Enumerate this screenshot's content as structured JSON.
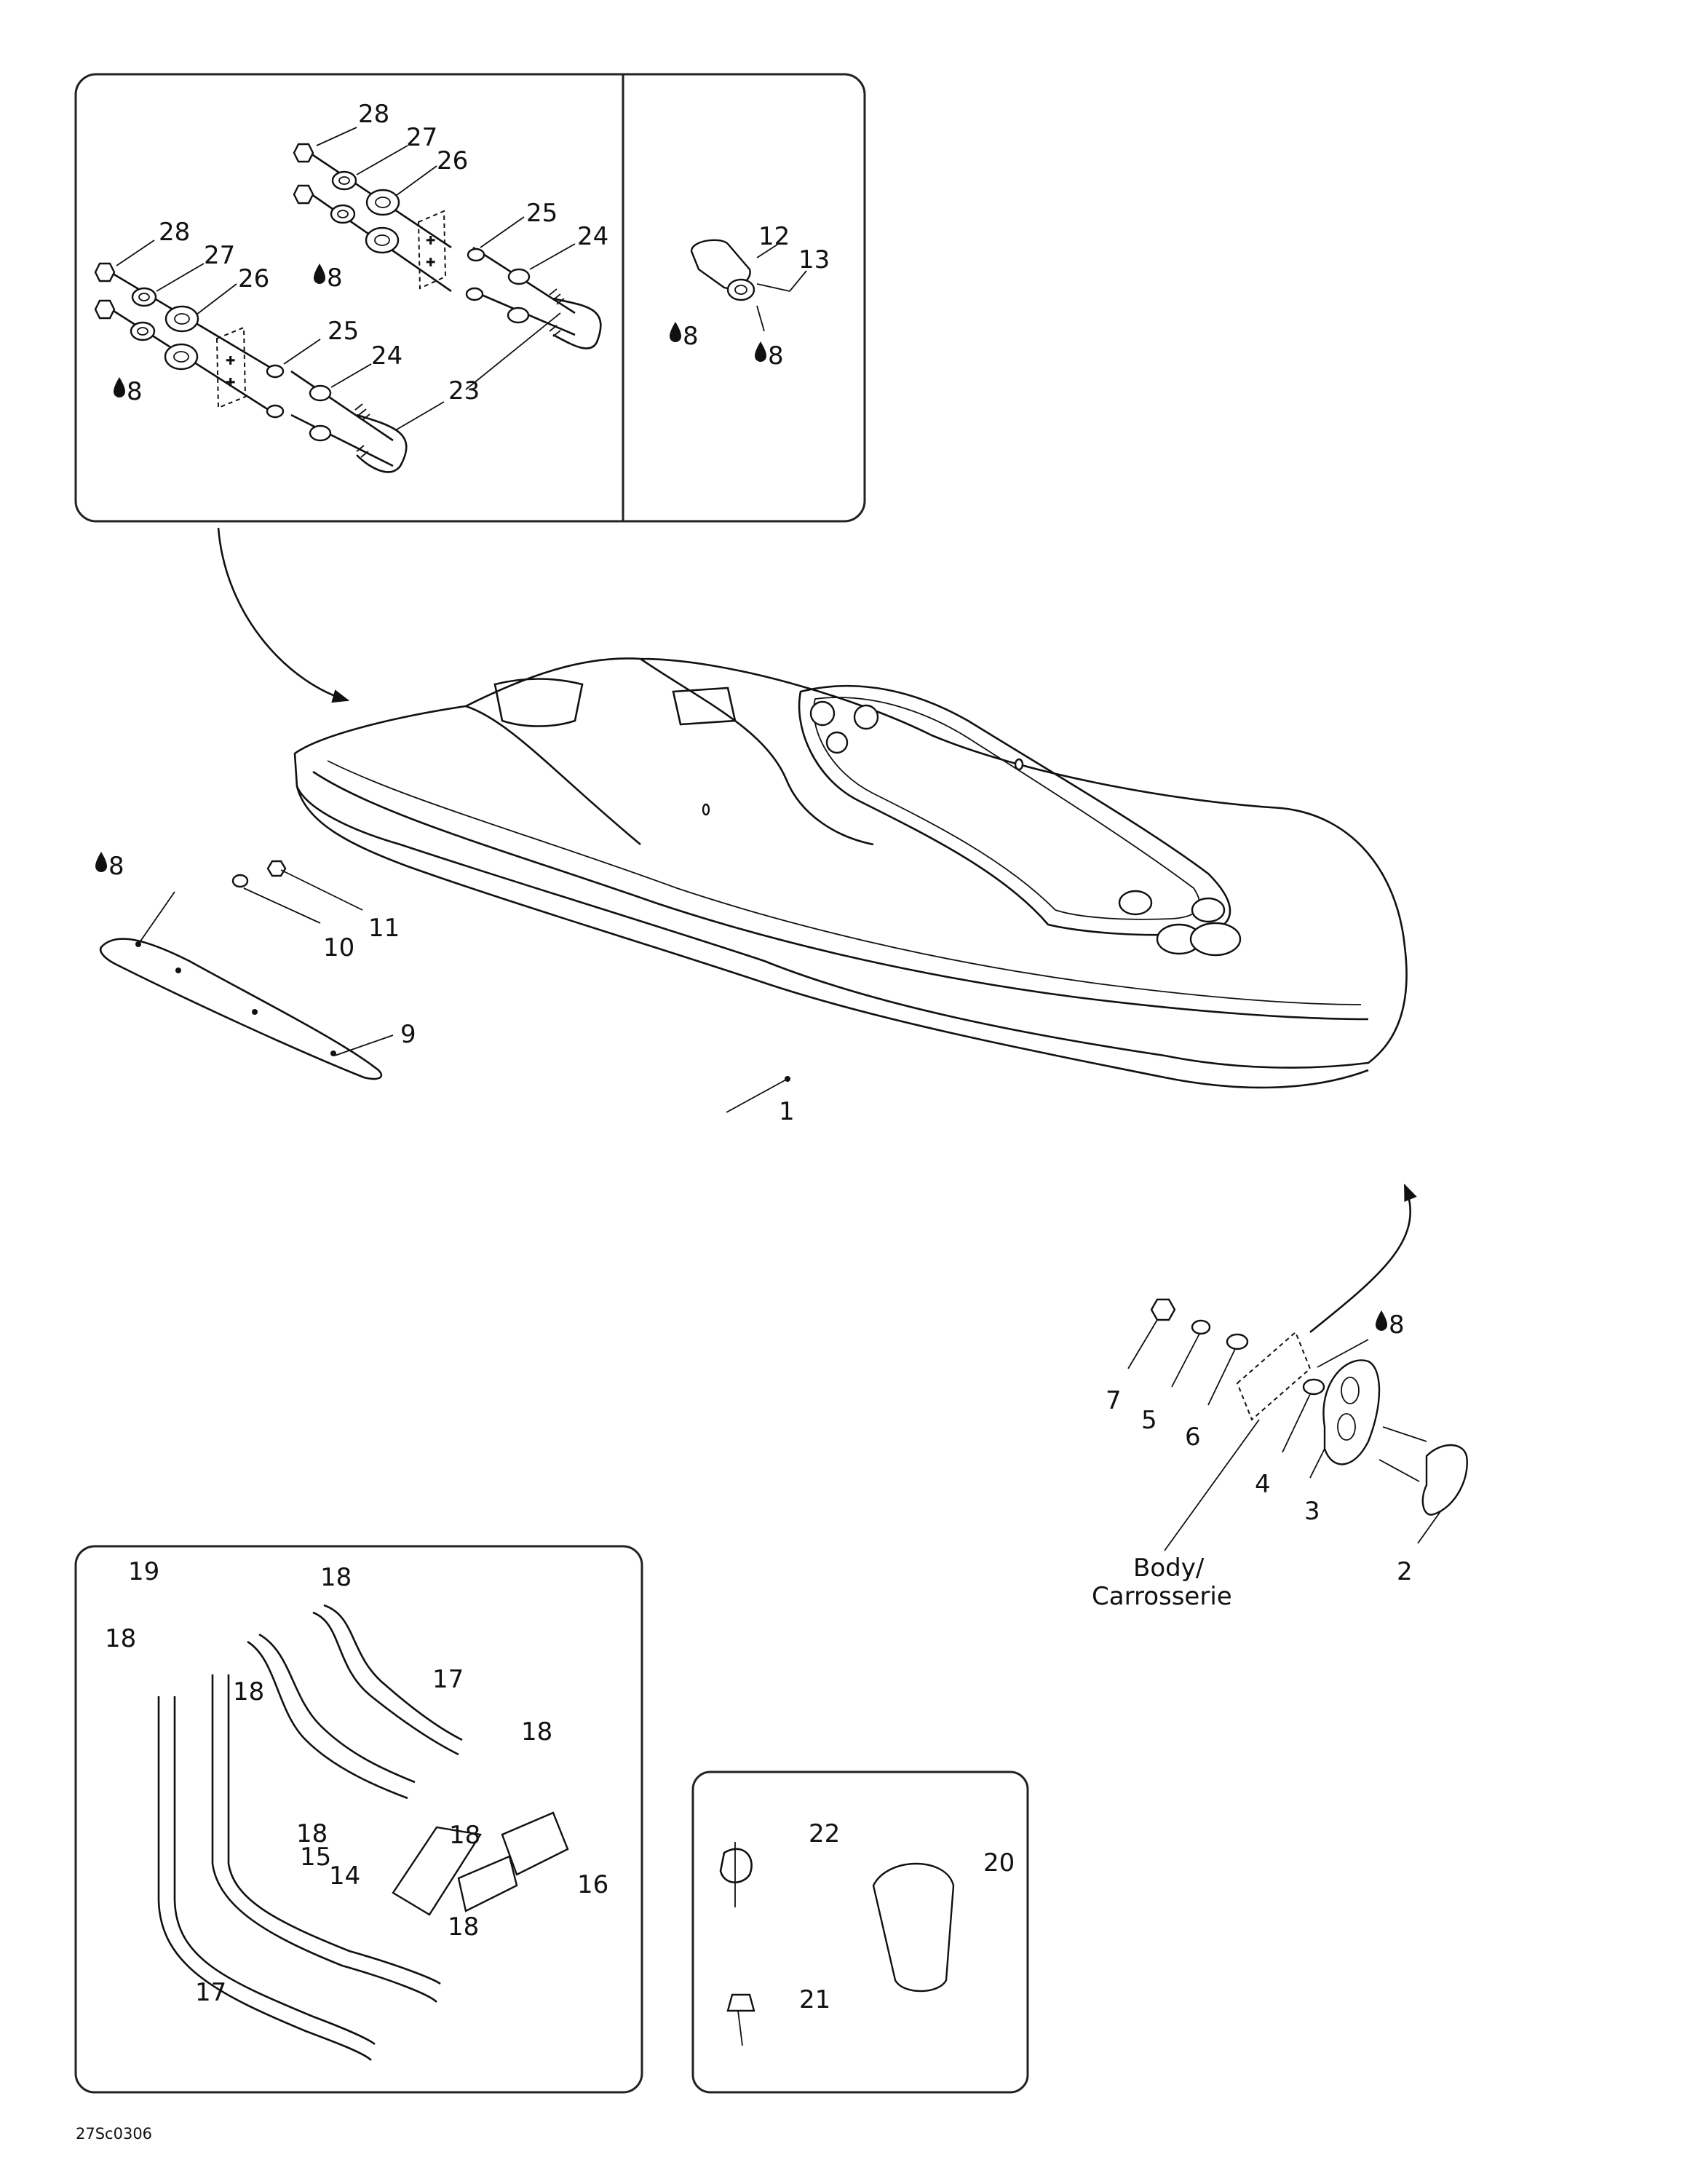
{
  "diagram": {
    "footer_code": "27Sc0306",
    "body_label_line1": "Body/",
    "body_label_line2": "Carrosserie",
    "drop_symbol_label": "8",
    "part_numbers": [
      "1",
      "2",
      "3",
      "4",
      "5",
      "6",
      "7",
      "9",
      "10",
      "11",
      "12",
      "13",
      "14",
      "15",
      "16",
      "17",
      "17",
      "18",
      "18",
      "18",
      "18",
      "18",
      "18",
      "18",
      "19",
      "20",
      "21",
      "22",
      "23",
      "24",
      "24",
      "25",
      "25",
      "26",
      "26",
      "27",
      "27",
      "28",
      "28"
    ]
  }
}
